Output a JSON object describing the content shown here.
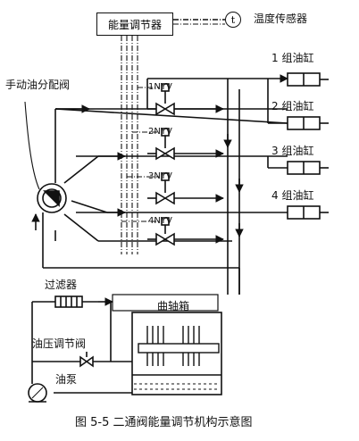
{
  "controller": {
    "label": "能量调节器"
  },
  "sensor": {
    "symbol": "t",
    "label": "温度传感器"
  },
  "distribution_valve": {
    "label": "手动油分配阀"
  },
  "solenoid_valves": [
    {
      "label": "1NYV"
    },
    {
      "label": "2NYV"
    },
    {
      "label": "3NYV"
    },
    {
      "label": "4NYV"
    }
  ],
  "cylinder_groups": [
    {
      "label": "1 组油缸"
    },
    {
      "label": "2 组油缸"
    },
    {
      "label": "3 组油缸"
    },
    {
      "label": "4 组油缸"
    }
  ],
  "filter": {
    "label": "过滤器"
  },
  "crankcase": {
    "label": "曲轴箱"
  },
  "pressure_valve": {
    "label": "油压调节阀"
  },
  "pump": {
    "label": "油泵"
  },
  "caption": "图 5-5    二通阀能量调节机构示意图",
  "colors": {
    "line": "#111111",
    "background": "#ffffff"
  }
}
